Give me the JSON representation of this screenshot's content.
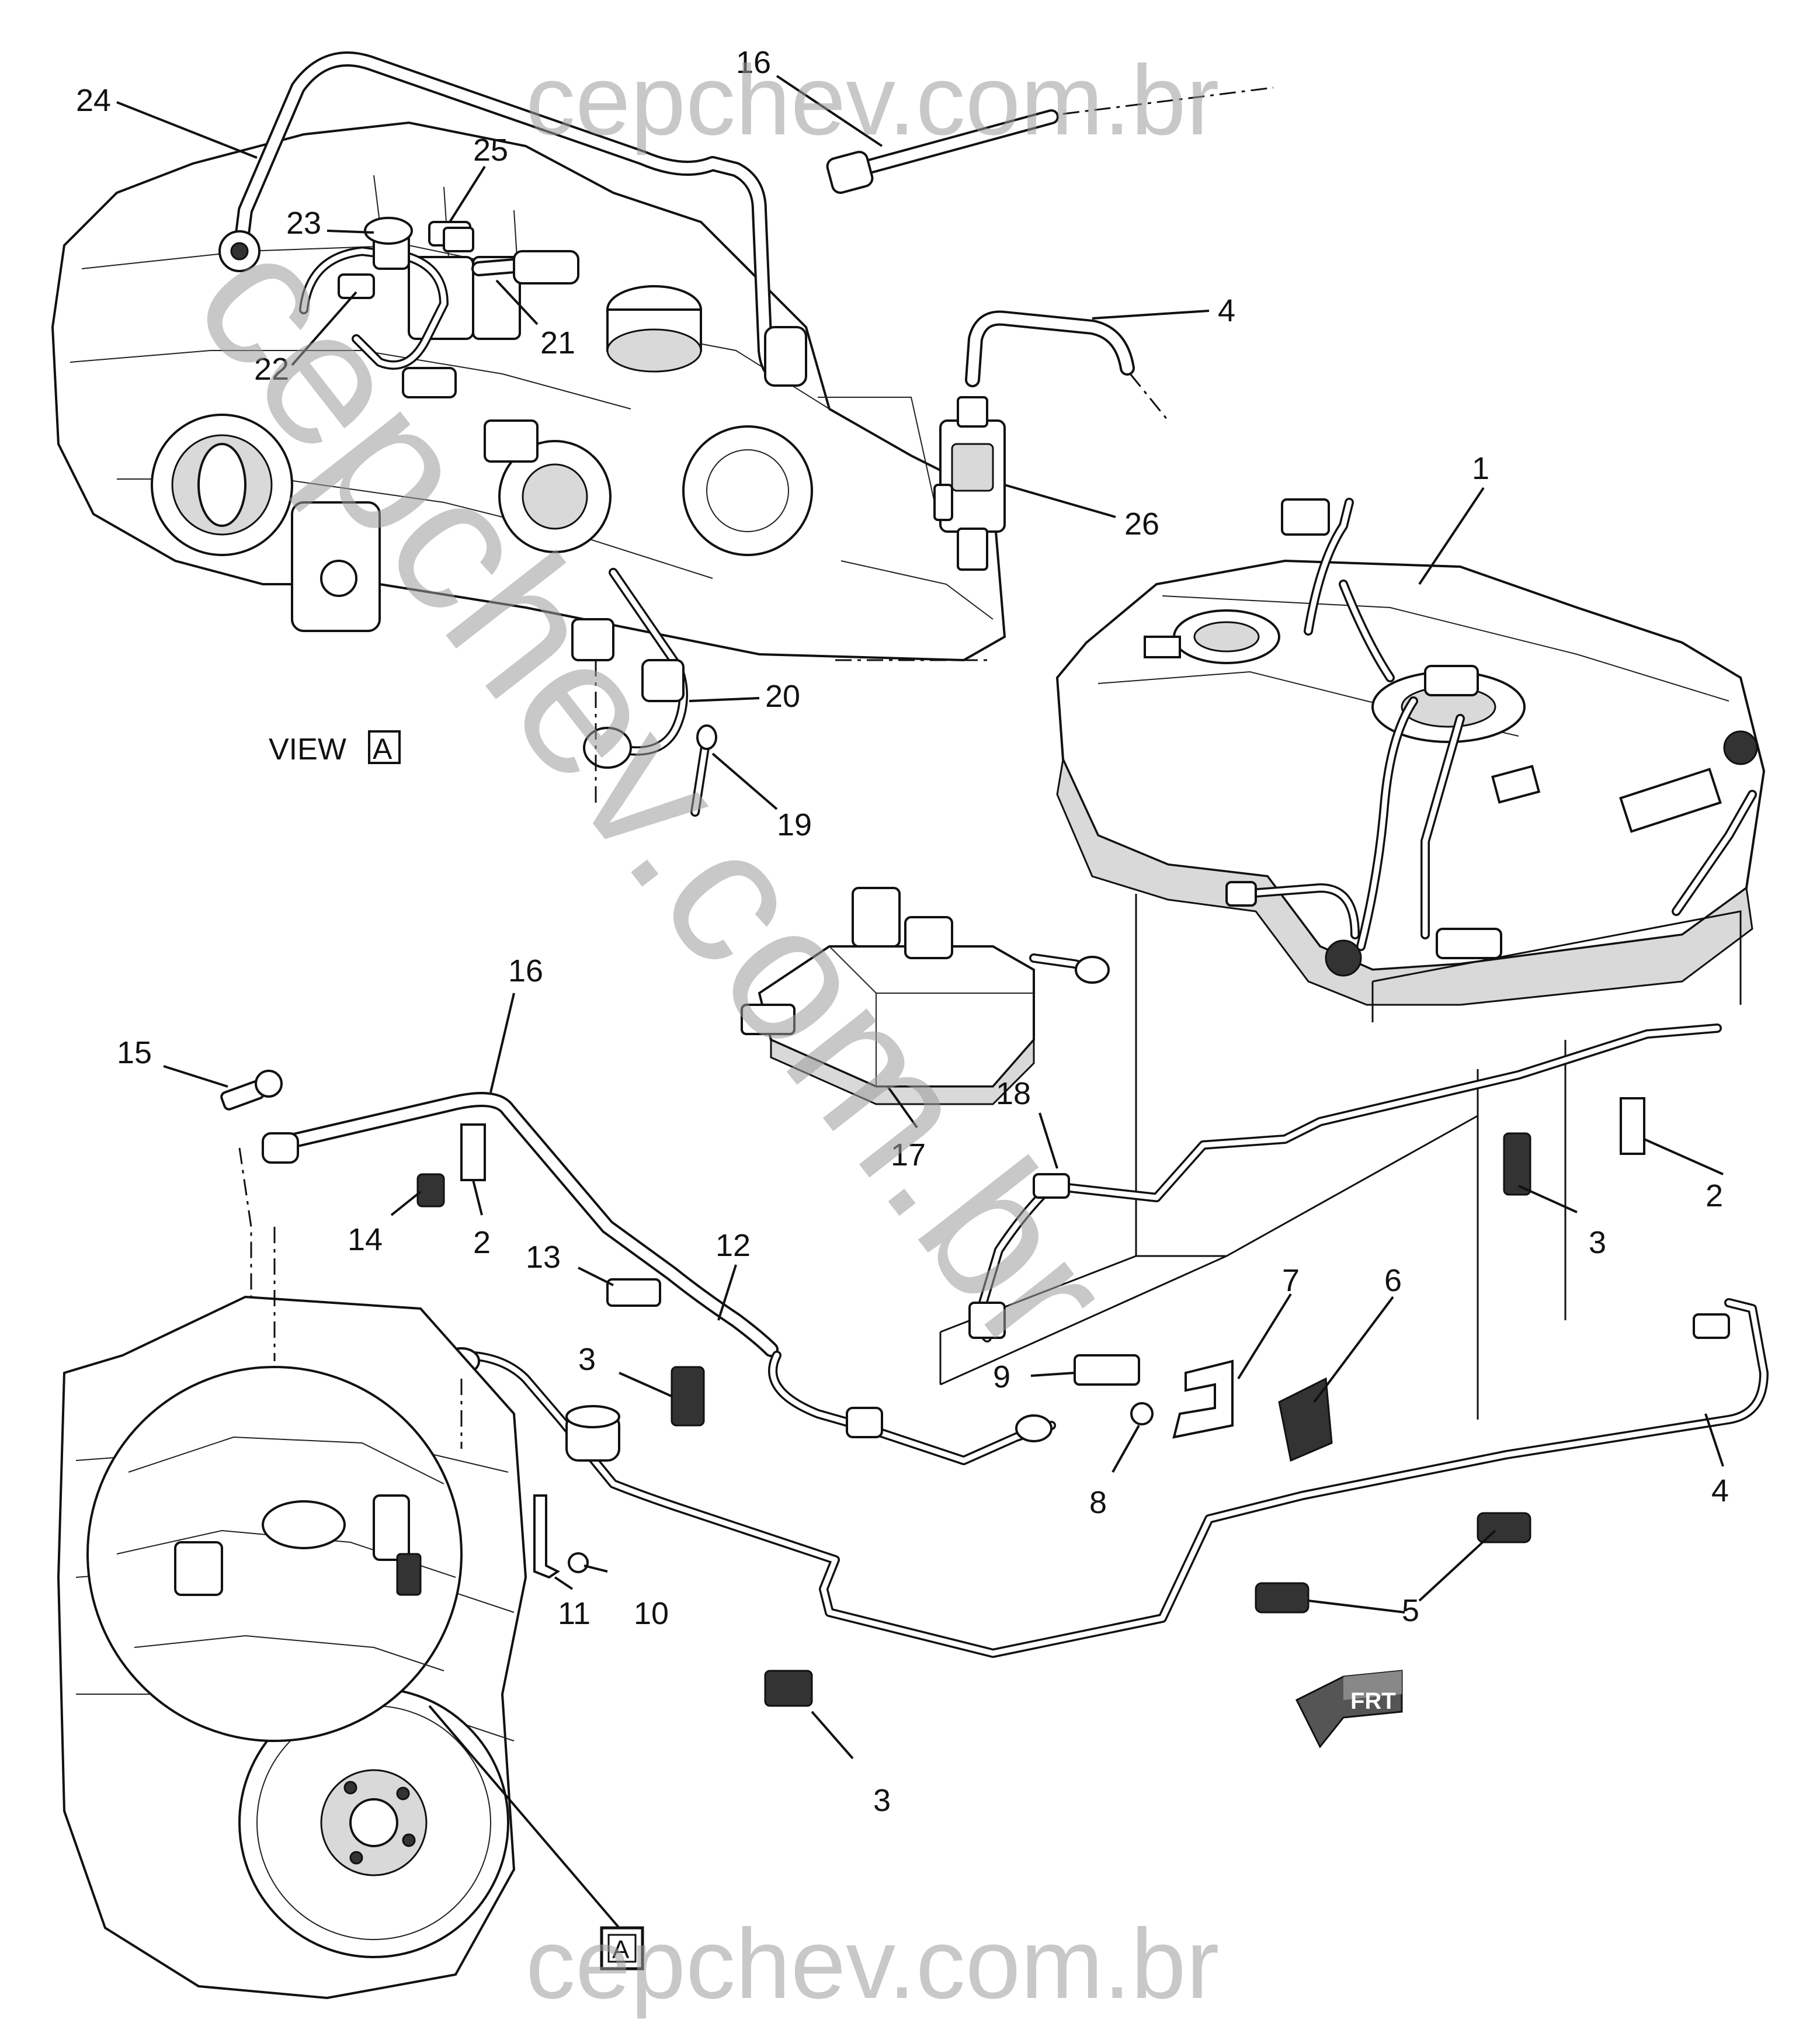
{
  "watermarks": {
    "top": "cepchev.com.br",
    "bottom": "cepchev.com.br",
    "diagonal": "cepchev.com.br"
  },
  "view_label": {
    "text": "VIEW",
    "box": "A"
  },
  "detail_marker": "A",
  "front_arrow": "FRT",
  "callouts": {
    "c1": "1",
    "c2a": "2",
    "c2b": "2",
    "c3a": "3",
    "c3b": "3",
    "c3c": "3",
    "c4a": "4",
    "c4b": "4",
    "c5": "5",
    "c6": "6",
    "c7": "7",
    "c8": "8",
    "c9": "9",
    "c10": "10",
    "c11": "11",
    "c12": "12",
    "c13": "13",
    "c14": "14",
    "c15": "15",
    "c16a": "16",
    "c16b": "16",
    "c17": "17",
    "c18": "18",
    "c19": "19",
    "c20": "20",
    "c21": "21",
    "c22": "22",
    "c23": "23",
    "c24": "24",
    "c25": "25",
    "c26": "26"
  }
}
